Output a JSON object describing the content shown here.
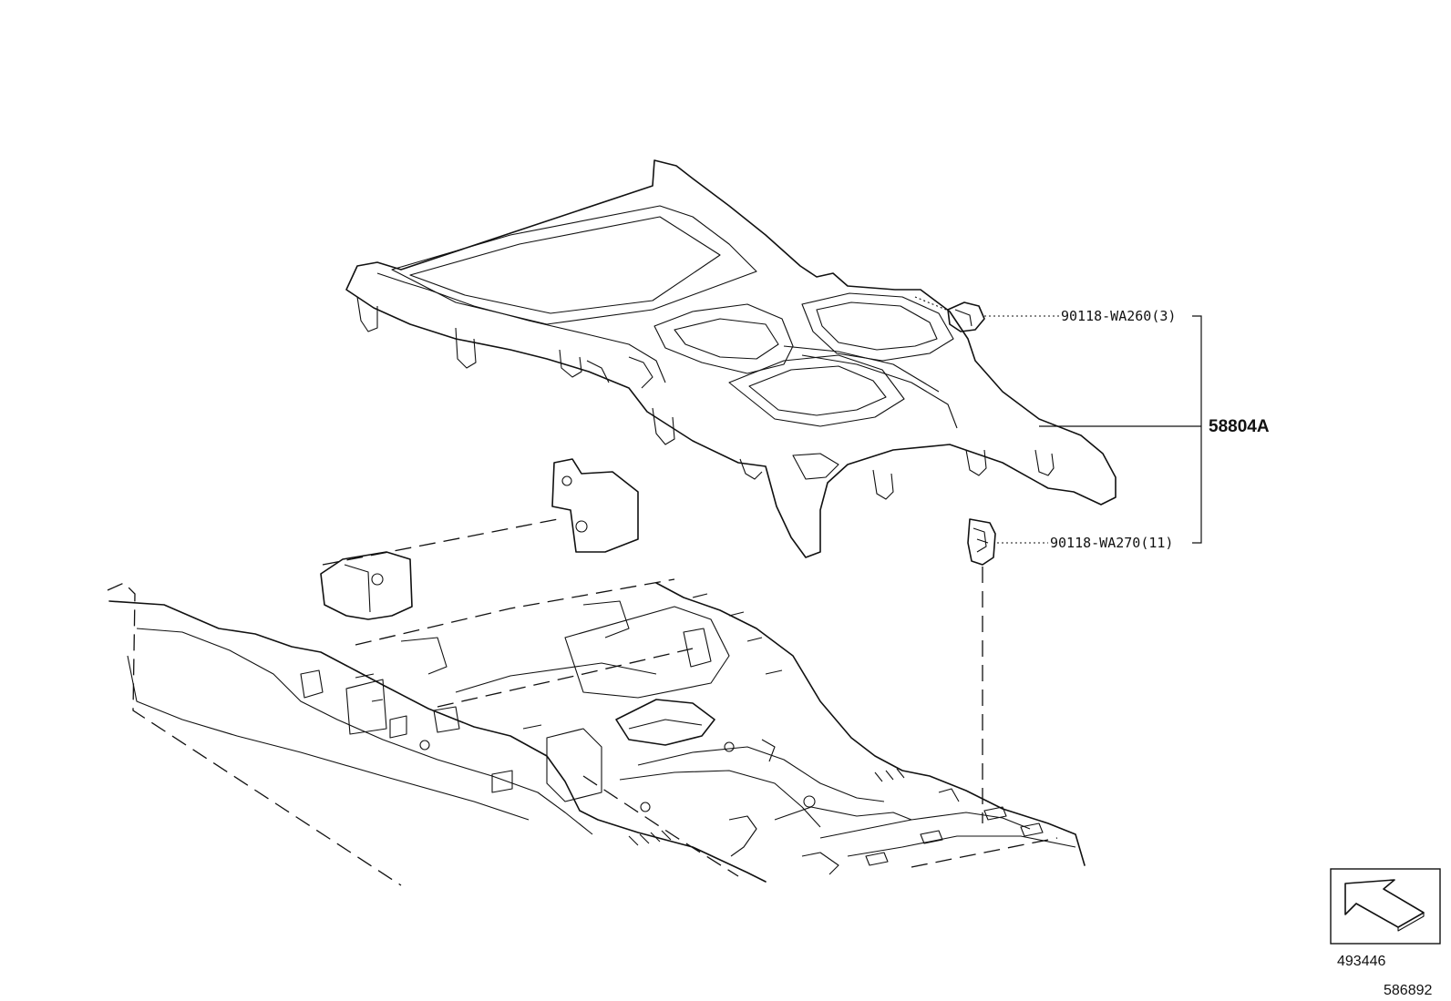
{
  "diagram": {
    "parts": [
      {
        "id": "clip-top",
        "label": "90118-WA260(3)"
      },
      {
        "id": "panel",
        "label": "58804A"
      },
      {
        "id": "clip-bottom",
        "label": "90118-WA270(11)"
      }
    ],
    "illustration_number": "493446",
    "sheet_number": "586892",
    "icons": [
      "front-direction-arrow-icon"
    ]
  }
}
